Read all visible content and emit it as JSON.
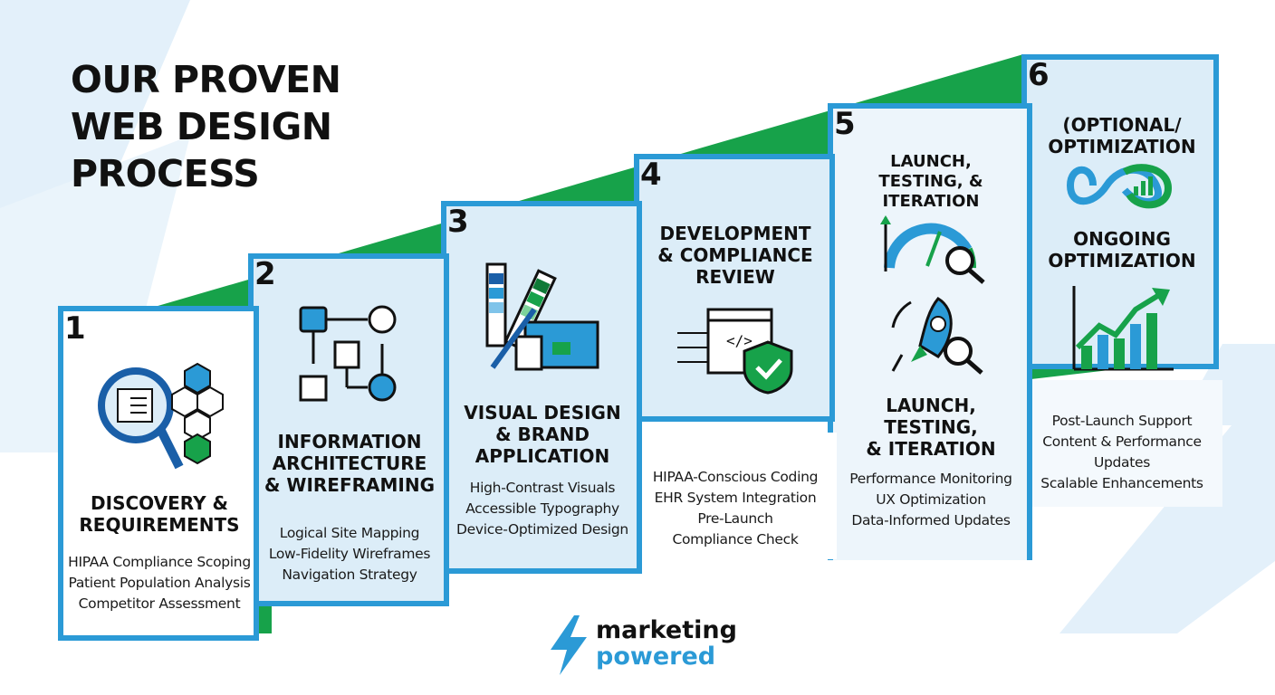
{
  "title": [
    "OUR PROVEN",
    "WEB DESIGN",
    "PROCESS"
  ],
  "steps": [
    {
      "number": "1",
      "heading": [
        "DISCOVERY &",
        "REQUIREMENTS"
      ],
      "items": [
        "HIPAA Compliance Scoping",
        "Patient Population Analysis",
        "Competitor Assessment"
      ]
    },
    {
      "number": "2",
      "heading": [
        "INFORMATION",
        "ARCHITECTURE",
        "& WIREFRAMING"
      ],
      "items": [
        "Logical Site Mapping",
        "Low-Fidelity Wireframes",
        "Navigation Strategy"
      ]
    },
    {
      "number": "3",
      "heading": [
        "VISUAL DESIGN",
        "& BRAND",
        "APPLICATION"
      ],
      "items": [
        "High-Contrast Visuals",
        "Accessible Typography",
        "Device-Optimized Design"
      ]
    },
    {
      "number": "4",
      "heading": [
        "DEVELOPMENT",
        "& COMPLIANCE",
        "REVIEW"
      ],
      "items": [
        "HIPAA-Conscious Coding",
        "EHR System Integration",
        "Pre-Launch",
        "Compliance Check"
      ]
    },
    {
      "number": "5",
      "heading": [
        "LAUNCH,",
        "TESTING, &",
        "ITERATION"
      ],
      "heading2": [
        "LAUNCH,",
        "TESTING,",
        "& ITERATION"
      ],
      "items": [
        "Performance Monitoring",
        "UX Optimization",
        "Data-Informed Updates"
      ]
    },
    {
      "number": "6",
      "heading": [
        "(OPTIONAL/",
        "OPTIMIZATION"
      ],
      "heading2": [
        "ONGOING",
        "OPTIMIZATION"
      ],
      "items": [
        "Post-Launch Support",
        "Content & Performance",
        "Updates",
        "Scalable Enhancements"
      ]
    }
  ],
  "logo": {
    "line1": "marketing",
    "line2": "powered"
  },
  "colors": {
    "blue": "#2b9ad6",
    "green": "#17a24a",
    "light_blue": "#dcedf8",
    "dark_blue": "#1a5fa8",
    "text": "#111111"
  }
}
